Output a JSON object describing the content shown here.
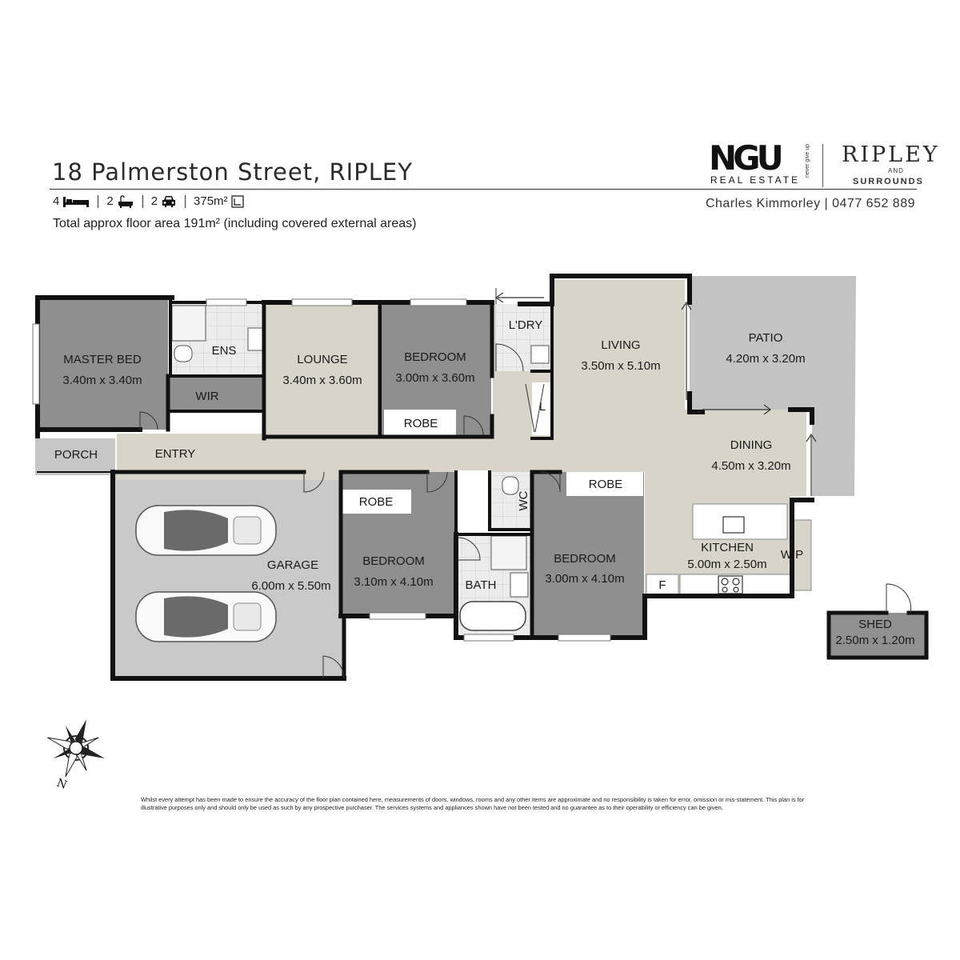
{
  "header": {
    "address": "18 Palmerston Street, RIPLEY",
    "bedrooms": "4",
    "bathrooms": "2",
    "car_spaces": "2",
    "land_area": "375m²",
    "floor_area_note": "Total approx floor area 191m² (including covered external areas)",
    "agent_contact": "Charles Kimmorley | 0477 652 889"
  },
  "logo": {
    "brand": "NGU",
    "brand_sub": "REAL ESTATE",
    "brand_tag": "never give up",
    "office_name": "RIPLEY",
    "office_and": "AND",
    "office_sub": "SURROUNDS"
  },
  "rooms": {
    "master_bed": {
      "name": "MASTER BED",
      "size": "3.40m x 3.40m"
    },
    "ens": {
      "name": "ENS"
    },
    "wir": {
      "name": "WIR"
    },
    "lounge": {
      "name": "LOUNGE",
      "size": "3.40m x 3.60m"
    },
    "bedroom_2": {
      "name": "BEDROOM",
      "size": "3.00m x 3.60m"
    },
    "robe_2": {
      "name": "ROBE"
    },
    "laundry": {
      "name": "L'DRY"
    },
    "linen": {
      "name": "L"
    },
    "living": {
      "name": "LIVING",
      "size": "3.50m x 5.10m"
    },
    "patio": {
      "name": "PATIO",
      "size": "4.20m x 3.20m"
    },
    "dining": {
      "name": "DINING",
      "size": "4.50m x 3.20m"
    },
    "porch": {
      "name": "PORCH"
    },
    "entry": {
      "name": "ENTRY"
    },
    "garage": {
      "name": "GARAGE",
      "size": "6.00m x 5.50m"
    },
    "robe_3": {
      "name": "ROBE"
    },
    "bedroom_3": {
      "name": "BEDROOM",
      "size": "3.10m x 4.10m"
    },
    "wc": {
      "name": "WC"
    },
    "bath": {
      "name": "BATH"
    },
    "robe_4": {
      "name": "ROBE"
    },
    "bedroom_4": {
      "name": "BEDROOM",
      "size": "3.00m x 4.10m"
    },
    "kitchen": {
      "name": "KITCHEN",
      "size": "5.00m x 2.50m"
    },
    "wip": {
      "name": "WIP"
    },
    "fridge": {
      "name": "F"
    },
    "shed": {
      "name": "SHED",
      "size": "2.50m x 1.20m"
    }
  },
  "compass_north": "N",
  "disclaimer": "Whilst every attempt has been made to ensure the accuracy of the floor plan contained here, measurements of doors, windows, rooms and any other items are approximate and no responsibility is taken for error, omission or mis-statement. This plan is for illustrative purposes only and should only be used as such by any prospective purchaser. The services systems and appliances shown have not been tested and no guarantee as to their operability or efficiency can be given.",
  "colors": {
    "carpet": "#8e8e8e",
    "tile": "#d9d5cc",
    "wet_tile": "#e6e6e6",
    "concrete": "#c4c4c4",
    "wall": "#111111"
  }
}
